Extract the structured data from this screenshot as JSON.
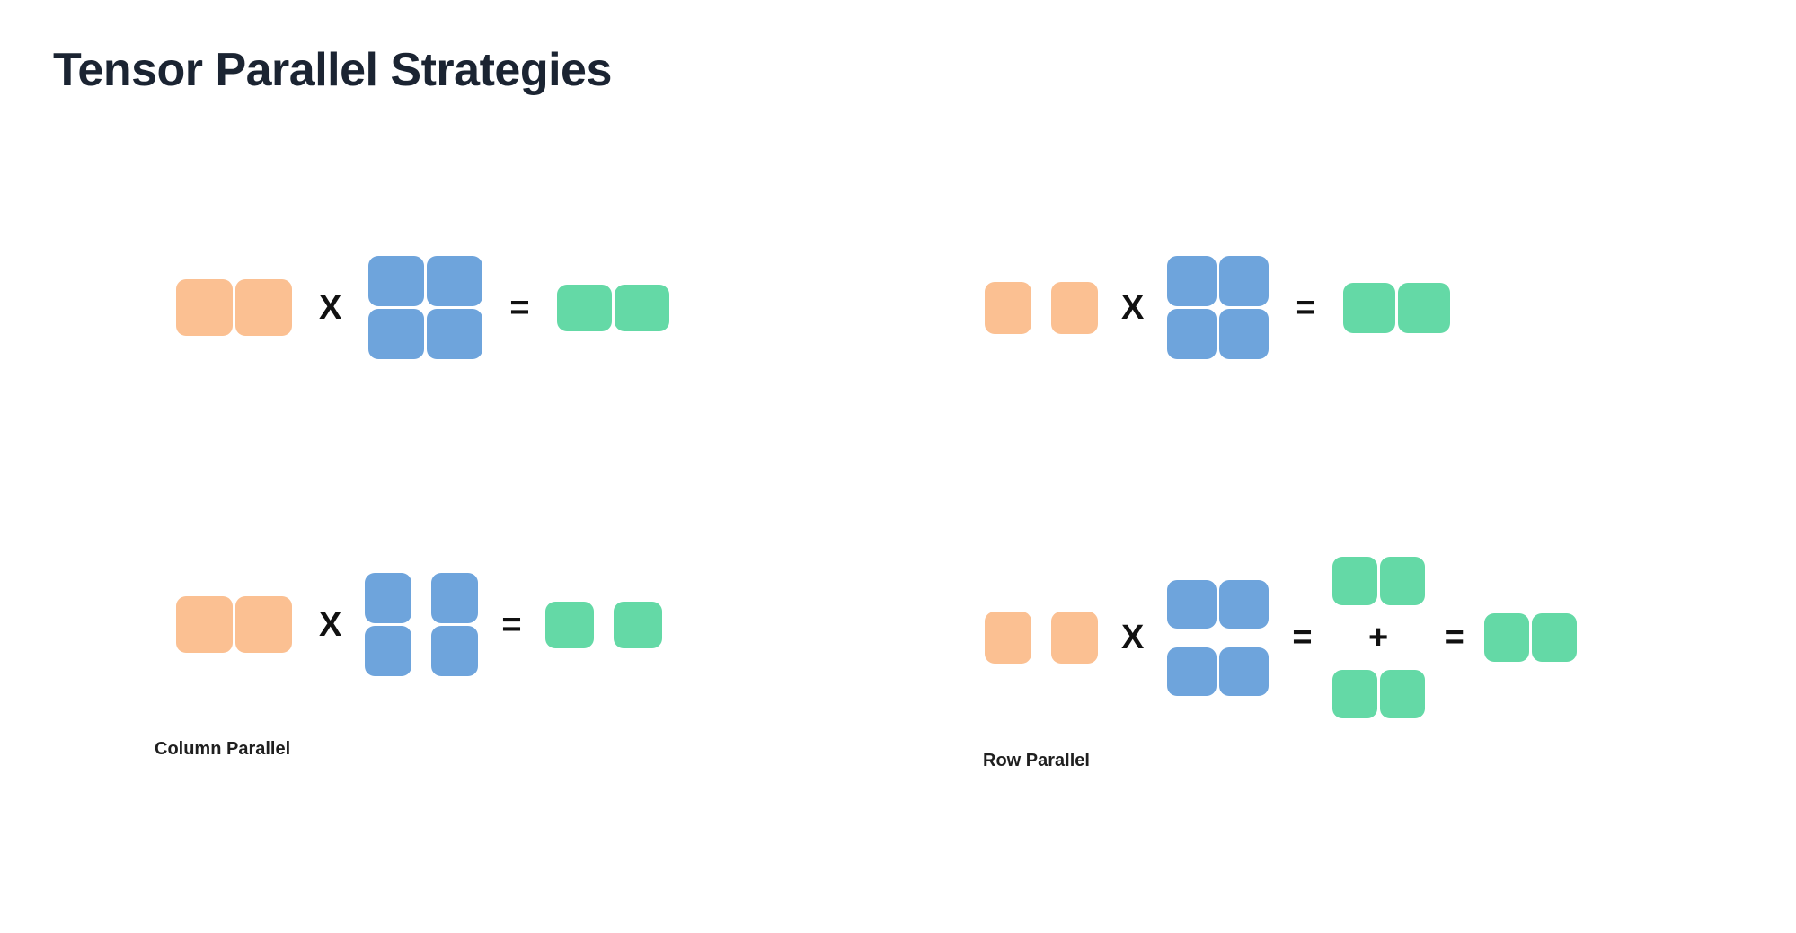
{
  "page": {
    "title": "Tensor Parallel Strategies",
    "background": "#ffffff"
  },
  "colors": {
    "input_orange": "#fbc092",
    "weight_blue": "#6ea4dc",
    "output_green": "#64d9a6",
    "title_text": "#1b2432",
    "label_text": "#1f1f1f",
    "operator_text": "#111111"
  },
  "operators": {
    "multiply": "X",
    "equals": "=",
    "plus": "+"
  },
  "labels": {
    "column_parallel": "Column Parallel",
    "row_parallel": "Row Parallel"
  },
  "diagrams": [
    {
      "id": "top-left",
      "name": "column-parallel-unsharded",
      "section": "Column Parallel",
      "input": {
        "color": "input_orange",
        "rows": 1,
        "cols": 2,
        "split": "none"
      },
      "weight": {
        "color": "weight_blue",
        "rows": 2,
        "cols": 2,
        "split": "none"
      },
      "output": {
        "color": "output_green",
        "rows": 1,
        "cols": 2,
        "split": "none"
      }
    },
    {
      "id": "bottom-left",
      "name": "column-parallel-sharded",
      "section": "Column Parallel",
      "input": {
        "color": "input_orange",
        "rows": 1,
        "cols": 2,
        "split": "none"
      },
      "weight": {
        "color": "weight_blue",
        "rows": 2,
        "cols": 2,
        "split": "column"
      },
      "output": {
        "color": "output_green",
        "rows": 1,
        "cols": 2,
        "split": "column"
      }
    },
    {
      "id": "top-right",
      "name": "row-parallel-unsharded",
      "section": "Row Parallel",
      "input": {
        "color": "input_orange",
        "rows": 1,
        "cols": 2,
        "split": "column"
      },
      "weight": {
        "color": "weight_blue",
        "rows": 2,
        "cols": 2,
        "split": "none"
      },
      "output": {
        "color": "output_green",
        "rows": 1,
        "cols": 2,
        "split": "none"
      }
    },
    {
      "id": "bottom-right",
      "name": "row-parallel-sharded",
      "section": "Row Parallel",
      "input": {
        "color": "input_orange",
        "rows": 1,
        "cols": 2,
        "split": "column"
      },
      "weight": {
        "color": "weight_blue",
        "rows": 2,
        "cols": 2,
        "split": "row"
      },
      "partial_sums": [
        {
          "color": "output_green",
          "rows": 1,
          "cols": 2,
          "split": "none"
        },
        {
          "color": "output_green",
          "rows": 1,
          "cols": 2,
          "split": "none"
        }
      ],
      "output": {
        "color": "output_green",
        "rows": 1,
        "cols": 2,
        "split": "none"
      }
    }
  ]
}
